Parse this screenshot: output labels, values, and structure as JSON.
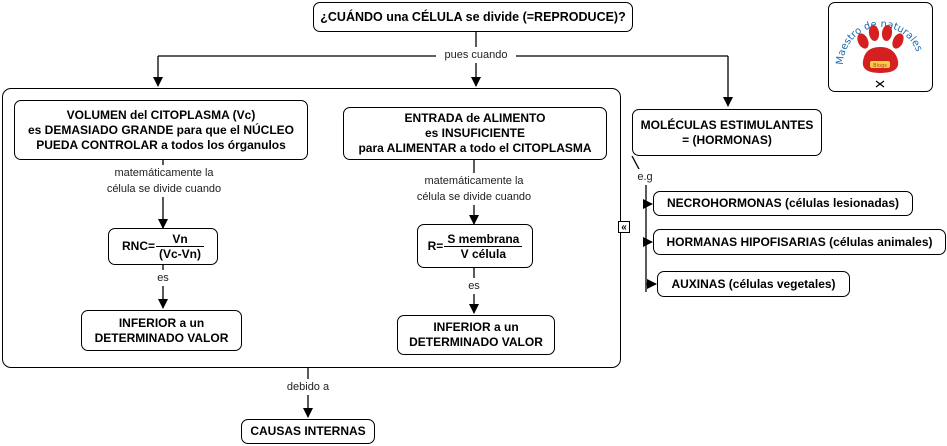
{
  "root": {
    "title": "¿CUÁNDO una CÉLULA se divide (=REPRODUCE)?"
  },
  "links": {
    "pues_cuando": "pues cuando",
    "mate_left_1": "matemáticamente la",
    "mate_left_2": "célula se divide cuando",
    "mate_right_1": "matemáticamente la",
    "mate_right_2": "célula se divide cuando",
    "es_left": "es",
    "es_right": "es",
    "eg": "e.g",
    "debido_a": "debido a"
  },
  "volumen": {
    "line1": "VOLUMEN del CITOPLASMA (Vc)",
    "line2": "es DEMASIADO GRANDE para que el NÚCLEO",
    "line3": "PUEDA CONTROLAR a todos los órganulos"
  },
  "entrada": {
    "line1": "ENTRADA de ALIMENTO",
    "line2": "es INSUFICIENTE",
    "line3": "para ALIMENTAR a todo el CITOPLASMA"
  },
  "rnc": {
    "prefix": "RNC=",
    "num": "Vn",
    "den": "(Vc-Vn)"
  },
  "ratio_r": {
    "prefix": "R=",
    "num": "S membrana",
    "den": "V célula"
  },
  "inferior_left": {
    "line1": "INFERIOR a un",
    "line2": "DETERMINADO VALOR"
  },
  "inferior_right": {
    "line1": "INFERIOR a un",
    "line2": "DETERMINADO VALOR"
  },
  "moleculas": {
    "line1": "MOLÉCULAS ESTIMULANTES",
    "line2": "= (HORMONAS)"
  },
  "examples": [
    "NECROHORMONAS (células lesionadas)",
    "HORMANAS HIPOFISARIAS (células animales)",
    "AUXINAS (células vegetales)"
  ],
  "causas": "CAUSAS INTERNAS",
  "logo": {
    "text": "Maestro de naturales",
    "badge": "Blogs",
    "colors": {
      "paw": "#d42020",
      "pad": "#ffffff",
      "text_blue": "#1a6ab3",
      "text_red": "#c0392b"
    }
  },
  "collapse_icon": "«"
}
